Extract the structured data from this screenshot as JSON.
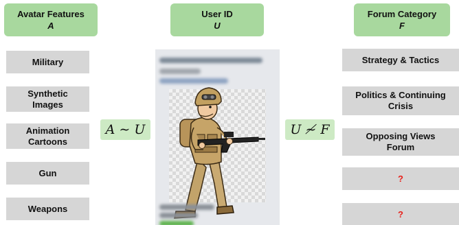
{
  "headers": {
    "avatar": {
      "title": "Avatar Features",
      "letter": "A"
    },
    "user": {
      "title": "User ID",
      "letter": "U"
    },
    "forum": {
      "title": "Forum Category",
      "letter": "F"
    }
  },
  "avatar_features": [
    "Military",
    "Synthetic Images",
    "Animation Cartoons",
    "Gun",
    "Weapons"
  ],
  "forum_categories": [
    "Strategy & Tactics",
    "Politics & Continuing Crisis",
    "Opposing Views Forum",
    "?",
    "?"
  ],
  "relations": {
    "left": "A ∼ U",
    "right": "U ≁ F"
  },
  "profile": {
    "username": "[[Username_of_Avatar]]",
    "rank": "Lifetime",
    "subtitle": "\"Friend of Stormfront\"",
    "join_date": "Join Date: Dec 2004",
    "location": "Location: Dixie"
  },
  "colors": {
    "header_bg": "#a8d89e",
    "box_bg": "#d6d6d6",
    "relation_bg": "#cdeac4",
    "question_mark": "#e8201a"
  }
}
